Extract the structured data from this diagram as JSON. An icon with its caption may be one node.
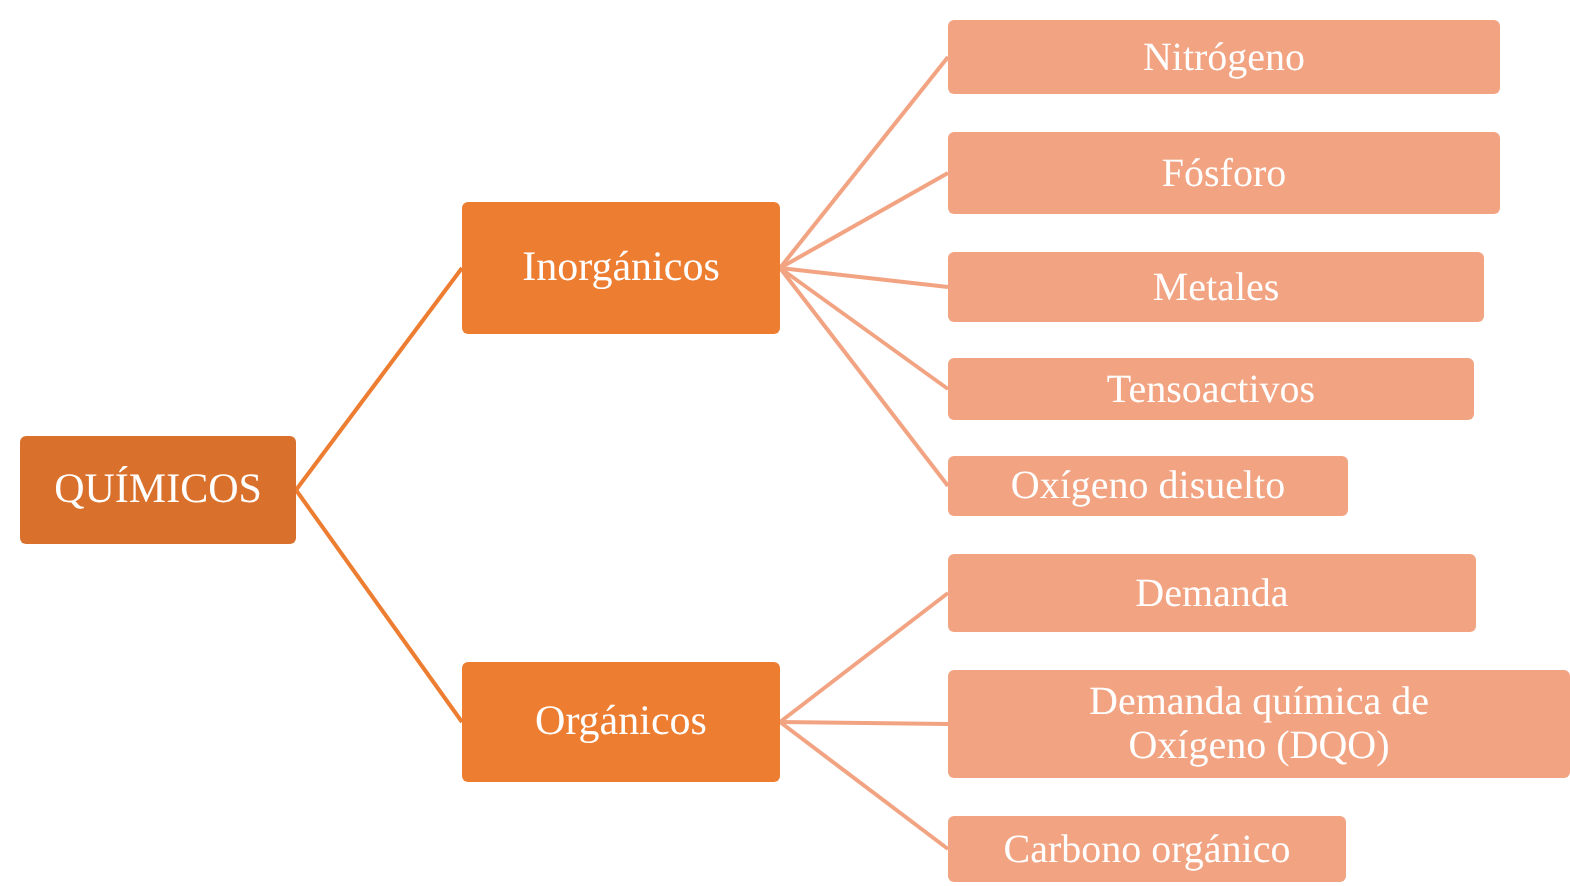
{
  "diagram": {
    "nodes": [
      {
        "text": [
          "QUÍMICOS"
        ]
      },
      {
        "text": [
          "Inorgánicos"
        ]
      },
      {
        "text": [
          "Orgánicos"
        ]
      },
      {
        "text": [
          "Nitrógeno"
        ]
      },
      {
        "text": [
          "Fósforo"
        ]
      },
      {
        "text": [
          "Metales"
        ]
      },
      {
        "text": [
          "Tensoactivos"
        ]
      },
      {
        "text": [
          "Oxígeno disuelto"
        ]
      },
      {
        "text": [
          "Demanda"
        ]
      },
      {
        "text": [
          "Demanda química de Oxígeno (DQO)"
        ]
      },
      {
        "text": [
          "Carbono orgánico"
        ]
      }
    ],
    "edges": [
      {
        "from": 0,
        "to": 1,
        "arrow": "none"
      },
      {
        "from": 0,
        "to": 2,
        "arrow": "none"
      },
      {
        "from": 1,
        "to": 3,
        "arrow": "none",
        "color": "#f2a482"
      },
      {
        "from": 1,
        "to": 4,
        "arrow": "none",
        "color": "#f2a482"
      },
      {
        "from": 1,
        "to": 5,
        "arrow": "none",
        "color": "#f2a482"
      },
      {
        "from": 1,
        "to": 6,
        "arrow": "none",
        "color": "#f2a482"
      },
      {
        "from": 1,
        "to": 7,
        "arrow": "none",
        "color": "#f2a482"
      },
      {
        "from": 2,
        "to": 8,
        "arrow": "none",
        "color": "#f2a482"
      },
      {
        "from": 2,
        "to": 9,
        "arrow": "none",
        "color": "#f2a482"
      },
      {
        "from": 2,
        "to": 10,
        "arrow": "none",
        "color": "#f2a482"
      }
    ]
  }
}
